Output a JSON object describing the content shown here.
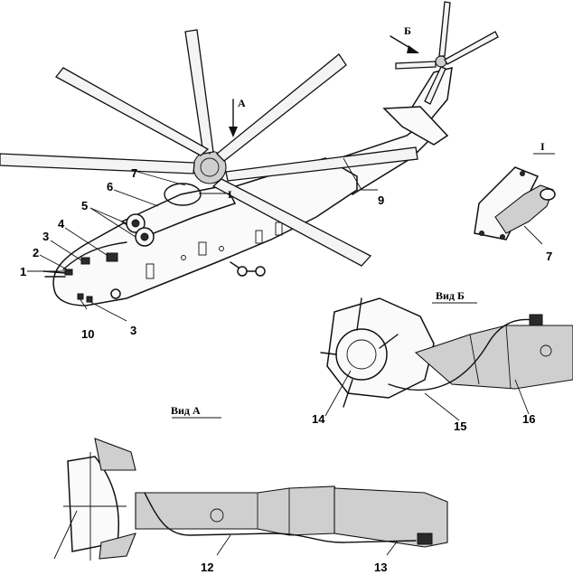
{
  "views": {
    "view_a": "Вид А",
    "view_b": "Вид Б",
    "detail_i": "I",
    "arrow_a": "А",
    "arrow_b": "Б",
    "callout_i": "I"
  },
  "numbers": {
    "n1": "1",
    "n2": "2",
    "n3a": "3",
    "n3b": "3",
    "n4": "4",
    "n5": "5",
    "n6": "6",
    "n7a": "7",
    "n7b": "7",
    "n9": "9",
    "n10": "10",
    "n12": "12",
    "n13": "13",
    "n14": "14",
    "n15": "15",
    "n16": "16"
  }
}
